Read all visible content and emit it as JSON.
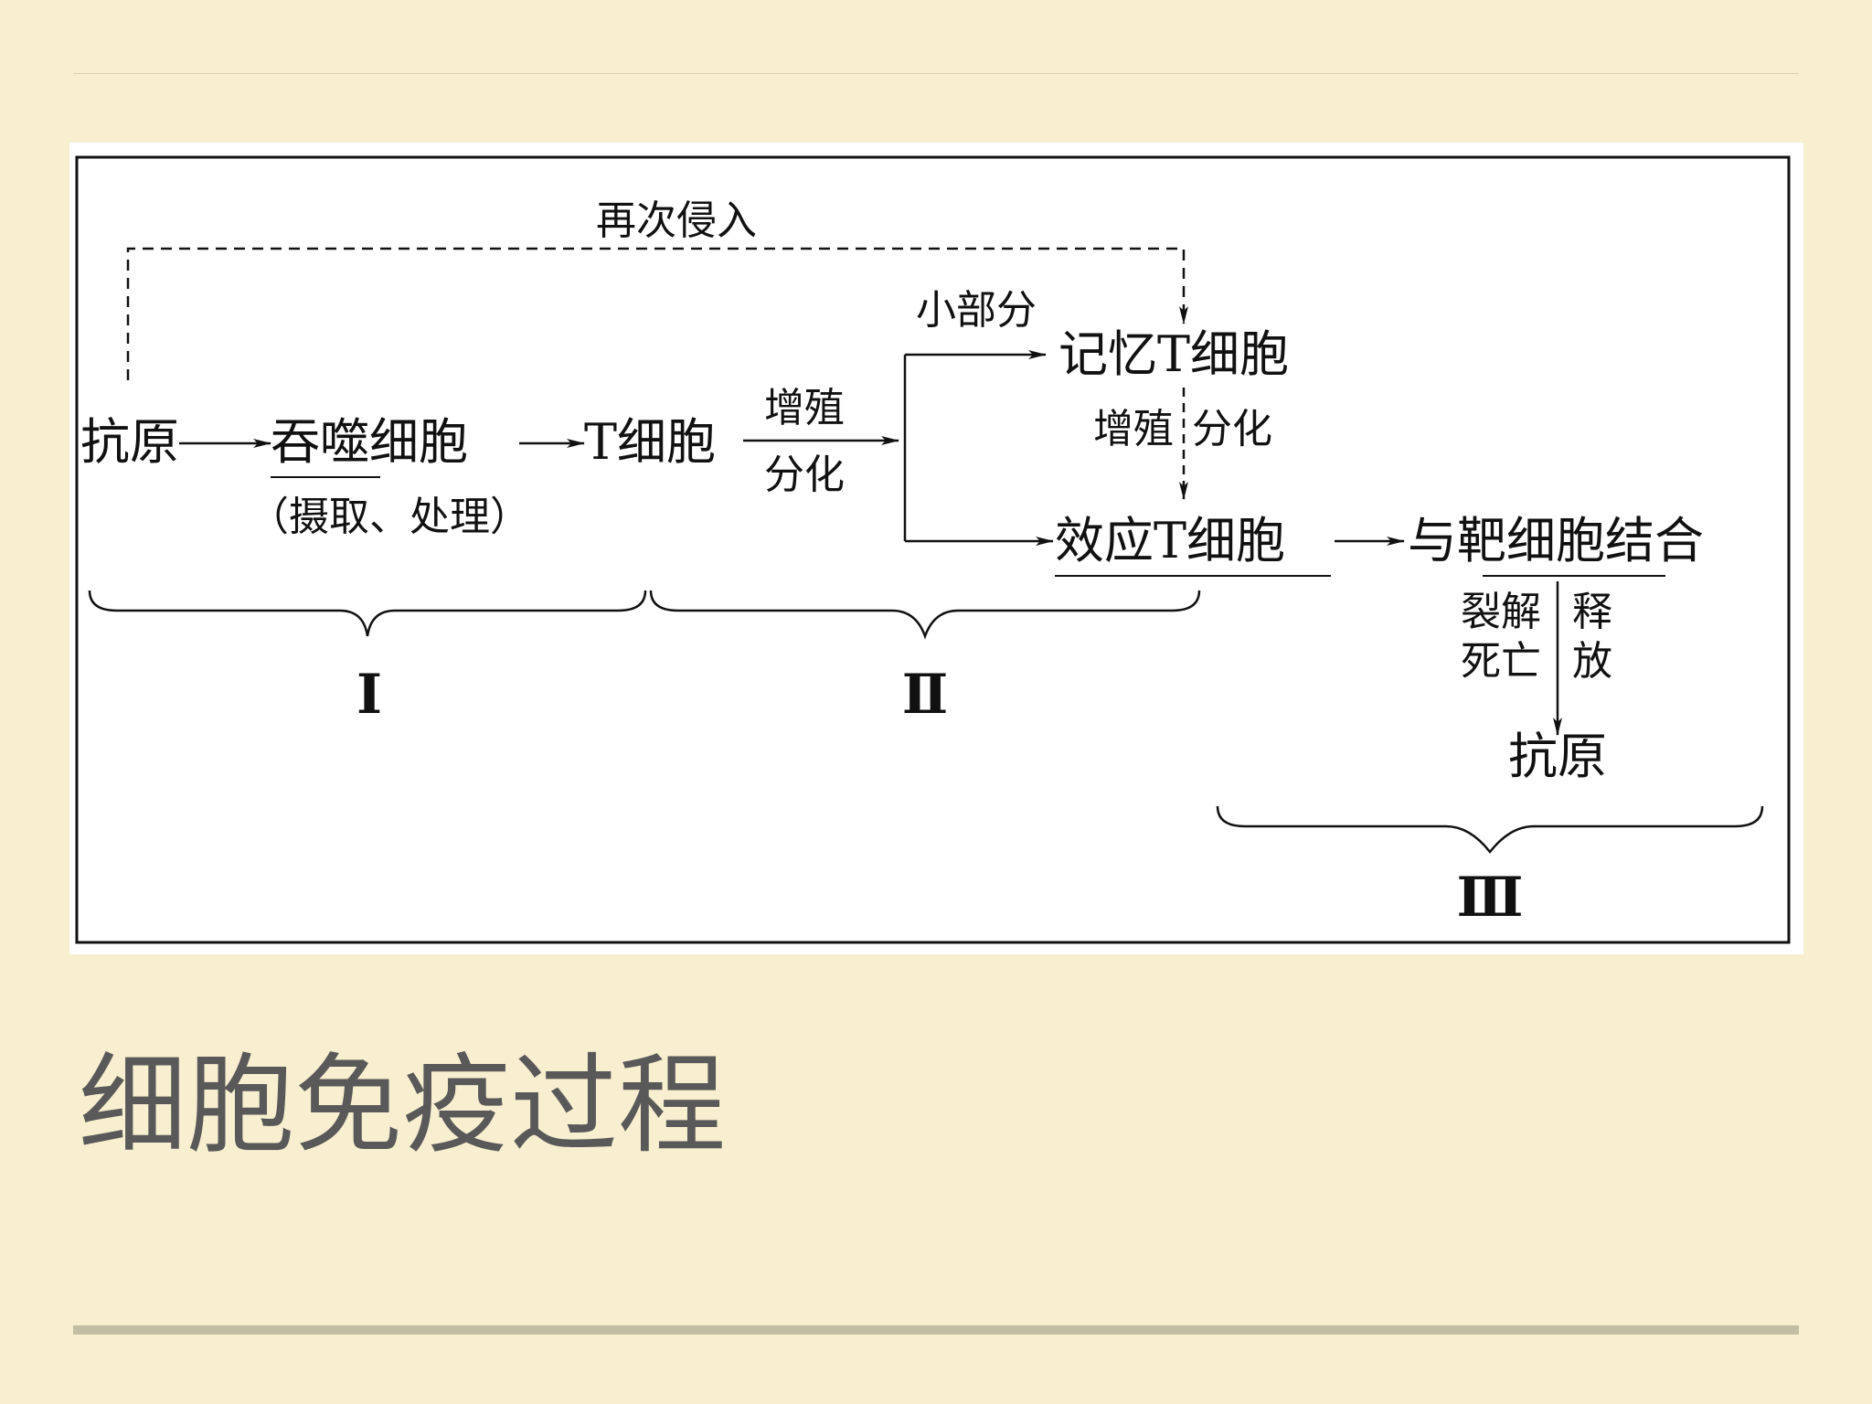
{
  "slide_title": "细胞免疫过程",
  "diagram": {
    "nodes": {
      "reinvasion": "再次侵入",
      "antigen_start": "抗原",
      "phagocyte": "吞噬细胞",
      "phagocyte_note": "（摄取、处理）",
      "t_cell": "T细胞",
      "proliferate_top": "增殖",
      "differentiate_bottom": "分化",
      "small_part": "小部分",
      "memory_t": "记忆T细胞",
      "proliferate_left": "增殖",
      "differentiate_right": "分化",
      "effector_t": "效应T细胞",
      "bind_target": "与靶细胞结合",
      "lysis_1": "裂解",
      "lysis_2": "死亡",
      "release_1": "释",
      "release_2": "放",
      "antigen_end": "抗原"
    },
    "stages": [
      "Ⅰ",
      "Ⅱ",
      "Ⅲ"
    ],
    "colors": {
      "ink": "#111111",
      "panel": "#ffffff",
      "background": "#f8efd0",
      "title": "#595959"
    }
  }
}
